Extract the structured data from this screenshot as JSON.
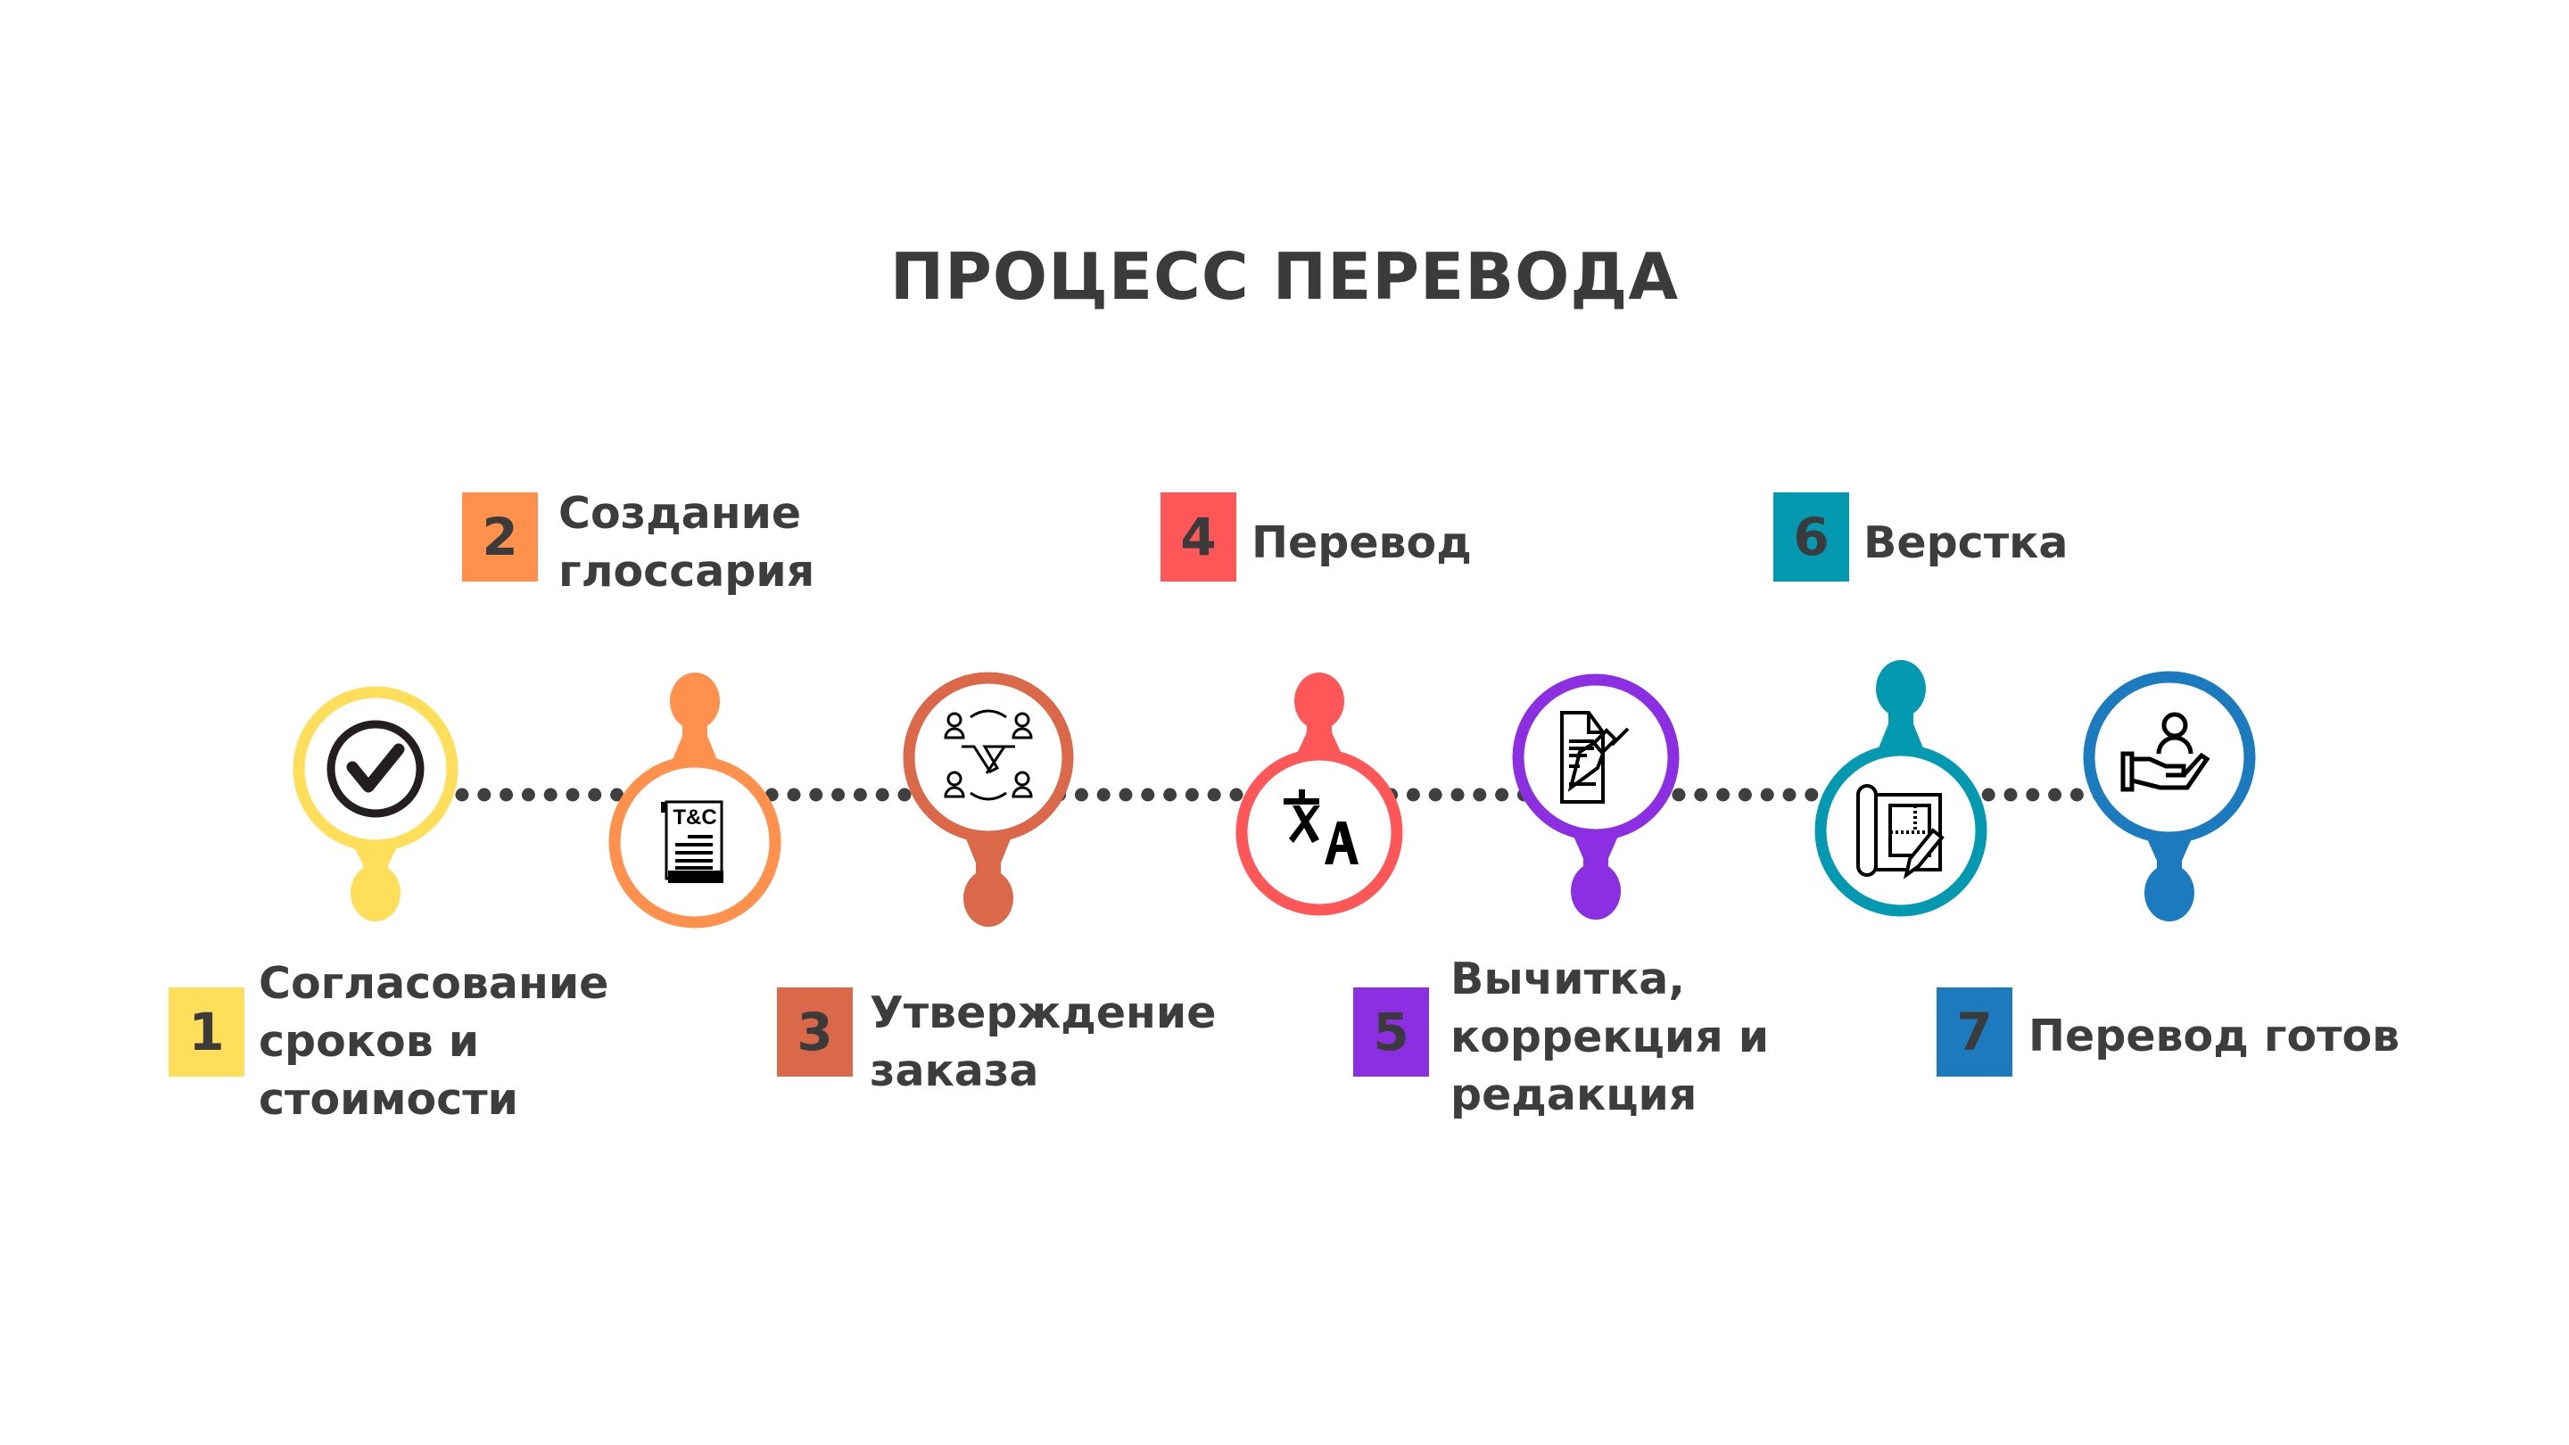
{
  "title": "ПРОЦЕСС ПЕРЕВОДА",
  "steps": [
    {
      "number": "1",
      "lines": [
        "Согласование",
        "сроков и",
        "стоимости"
      ],
      "color": "#FFDE59",
      "icon": "checkmark-icon"
    },
    {
      "number": "2",
      "lines": [
        "Создание",
        "глоссария"
      ],
      "color": "#FF914D",
      "icon": "terms-document-icon"
    },
    {
      "number": "3",
      "lines": [
        "Утверждение",
        "заказа"
      ],
      "color": "#DB6849",
      "icon": "handshake-icon"
    },
    {
      "number": "4",
      "lines": [
        "Перевод"
      ],
      "color": "#FF5757",
      "icon": "translate-icon"
    },
    {
      "number": "5",
      "lines": [
        "Вычитка,",
        "коррекция и",
        "редакция"
      ],
      "color": "#8C2FE3",
      "icon": "document-pen-icon"
    },
    {
      "number": "6",
      "lines": [
        "Верстка"
      ],
      "color": "#0399B1",
      "icon": "blueprint-icon"
    },
    {
      "number": "7",
      "lines": [
        "Перевод готов"
      ],
      "color": "#1C7BBE",
      "icon": "hand-person-icon"
    }
  ],
  "icons": {
    "terms_text": "T&C"
  }
}
